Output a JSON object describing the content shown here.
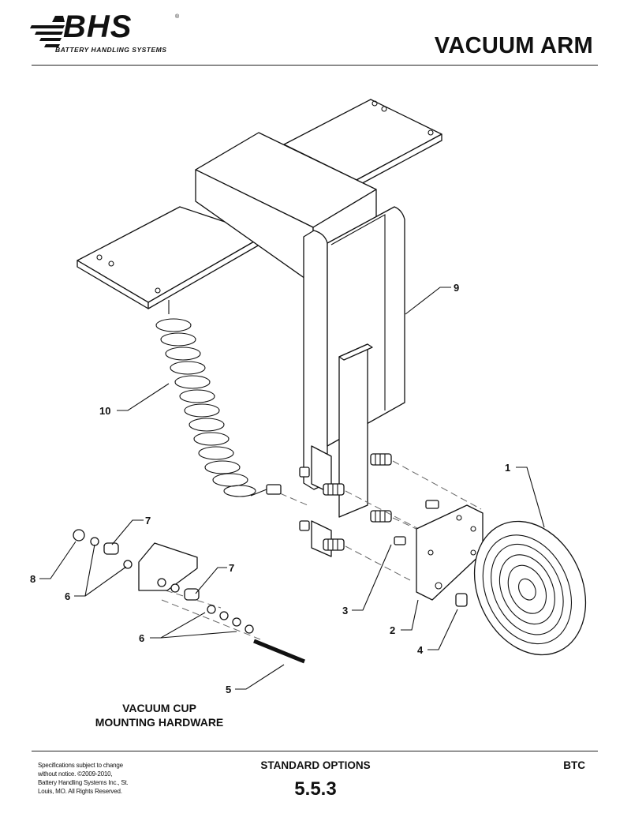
{
  "header": {
    "logo_text": "BHS",
    "logo_registered": "®",
    "logo_subtitle": "BATTERY HANDLING SYSTEMS",
    "title": "VACUUM ARM"
  },
  "callouts": [
    "1",
    "2",
    "3",
    "4",
    "5",
    "6",
    "6",
    "7",
    "7",
    "8",
    "9",
    "10"
  ],
  "caption": {
    "line1": "VACUUM CUP",
    "line2": "MOUNTING HARDWARE"
  },
  "footer": {
    "note": "Specifications subject to change without notice. ©2009-2010, Battery Handling Systems Inc., St. Louis, MO. All Rights Reserved.",
    "section": "STANDARD OPTIONS",
    "number": "5.5.3",
    "code": "BTC"
  }
}
